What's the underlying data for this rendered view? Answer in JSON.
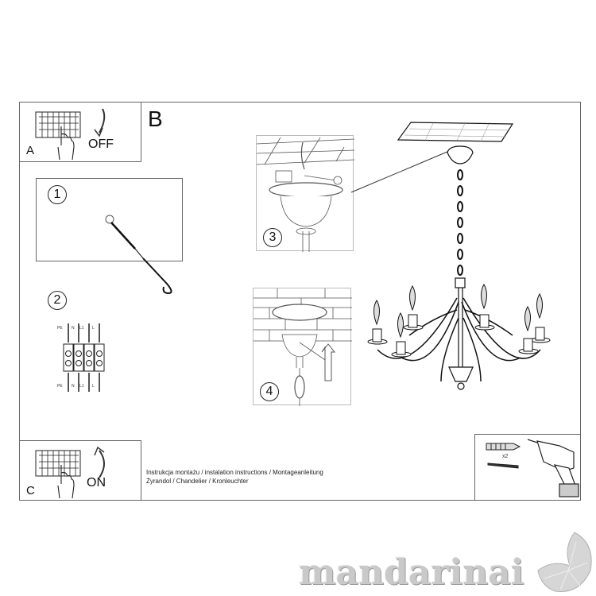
{
  "diagram": {
    "title_letter": "B",
    "panels": {
      "A": {
        "letter": "A",
        "action": "OFF",
        "icon": "circuit-breaker-hand-icon",
        "arrow": "arrow-down-icon"
      },
      "C": {
        "letter": "C",
        "action": "ON",
        "icon": "circuit-breaker-hand-icon",
        "arrow": "arrow-up-icon"
      }
    },
    "steps": [
      {
        "number": "1",
        "description": "ceiling hook with anchor"
      },
      {
        "number": "2",
        "description": "wire terminal block"
      },
      {
        "number": "3",
        "description": "canopy wiring with ground"
      },
      {
        "number": "4",
        "description": "push canopy up to ceiling"
      }
    ],
    "terminal_labels": [
      "PE",
      "N",
      "L1",
      "L"
    ],
    "tools": {
      "quantity": "x2",
      "items": [
        "wall-plug-icon",
        "screw-icon",
        "drill-icon"
      ]
    },
    "caption": {
      "line1": "Instrukcja montażu / instalation instructions / Montageanleitung",
      "line2": "Żyrandol / Chandelier / Kronleuchter"
    }
  },
  "watermark": {
    "text": "mandarinai"
  }
}
